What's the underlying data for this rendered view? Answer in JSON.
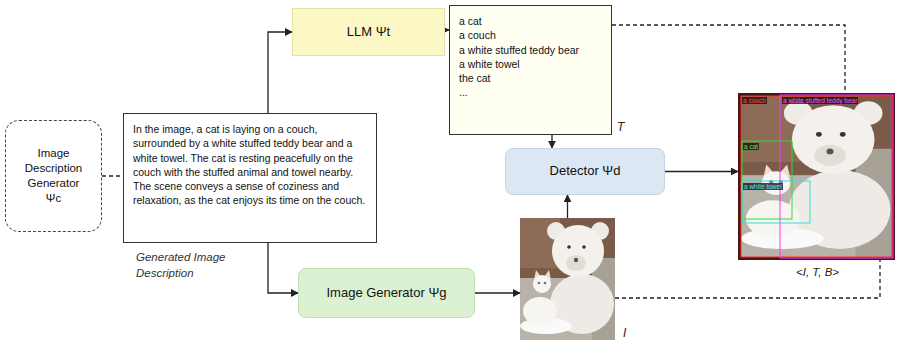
{
  "diagram": {
    "nodes": [
      {
        "text": [
          "Image Description Generator",
          "Ψc"
        ]
      },
      {
        "text": [
          "In the image, a cat is laying on a couch, surrounded by a white stuffed teddy bear and a white towel. The cat is resting peacefully on the couch with the stuffed animal and towel nearby. The scene conveys a sense of coziness and relaxation, as the cat enjoys its time on the couch.",
          "Generated Image Description"
        ]
      },
      {
        "text": [
          "LLM Ψt"
        ]
      },
      {
        "text": [
          "a cat",
          "a couch",
          "a white stuffed teddy bear",
          "a white towel",
          "the cat",
          "...",
          "T"
        ]
      },
      {
        "text": [
          "Detector Ψd"
        ]
      },
      {
        "text": [
          "Image Generator Ψg"
        ]
      },
      {
        "text": [
          "I"
        ]
      },
      {
        "text": [
          "<I, T, B>"
        ]
      }
    ],
    "edges": [
      {
        "from": 0,
        "to": 1,
        "arrow": "none"
      },
      {
        "from": 1,
        "to": 2,
        "arrow": "to"
      },
      {
        "from": 1,
        "to": 5,
        "arrow": "to"
      },
      {
        "from": 2,
        "to": 3,
        "arrow": "to"
      },
      {
        "from": 3,
        "to": 4,
        "arrow": "to"
      },
      {
        "from": 5,
        "to": 6,
        "arrow": "to"
      },
      {
        "from": 6,
        "to": 4,
        "arrow": "to"
      },
      {
        "from": 4,
        "to": 7,
        "arrow": "to"
      },
      {
        "from": 3,
        "to": 7,
        "arrow": "none"
      },
      {
        "from": 6,
        "to": 7,
        "arrow": "none"
      }
    ],
    "labels": [
      "a couch",
      "a white stuffed teddy bear",
      "a cat",
      "a white towel"
    ]
  }
}
